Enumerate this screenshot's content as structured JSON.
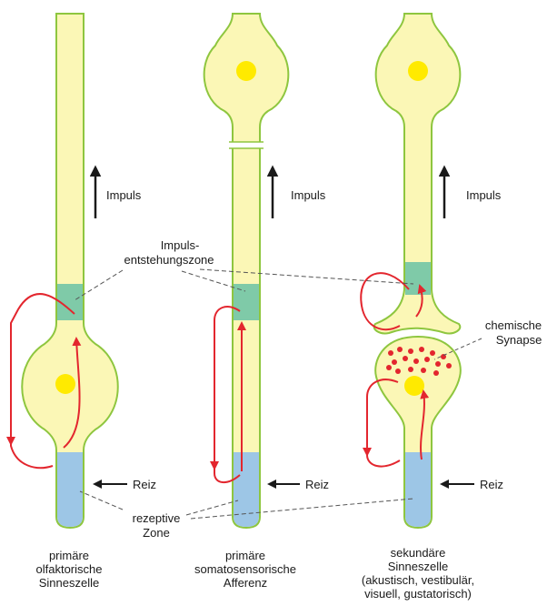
{
  "colors": {
    "cell_fill": "#fbf7b6",
    "cell_outline": "#8ec63f",
    "receptive_zone": "#9dc6e6",
    "impulse_zone": "#7fcaa8",
    "nucleus": "#ffea00",
    "circuit": "#e3262e",
    "arrow": "#1a1a1a",
    "leader_line": "#555555"
  },
  "labels": {
    "impuls_left": "Impuls",
    "impuls_mid": "Impuls",
    "impuls_right": "Impuls",
    "impulse_zone_line1": "Impuls-",
    "impulse_zone_line2": "entstehungszone",
    "chem_synapse_line1": "chemische",
    "chem_synapse_line2": "Synapse",
    "reiz_left": "Reiz",
    "reiz_mid": "Reiz",
    "reiz_right": "Reiz",
    "receptive_line1": "rezeptive",
    "receptive_line2": "Zone"
  },
  "captions": {
    "left": [
      "primäre",
      "olfaktorische",
      "Sinneszelle"
    ],
    "middle": [
      "primäre",
      "somatosensorische",
      "Afferenz"
    ],
    "right": [
      "sekundäre",
      "Sinneszelle",
      "(akustisch, vestibulär,",
      "visuell, gustatorisch)"
    ]
  }
}
